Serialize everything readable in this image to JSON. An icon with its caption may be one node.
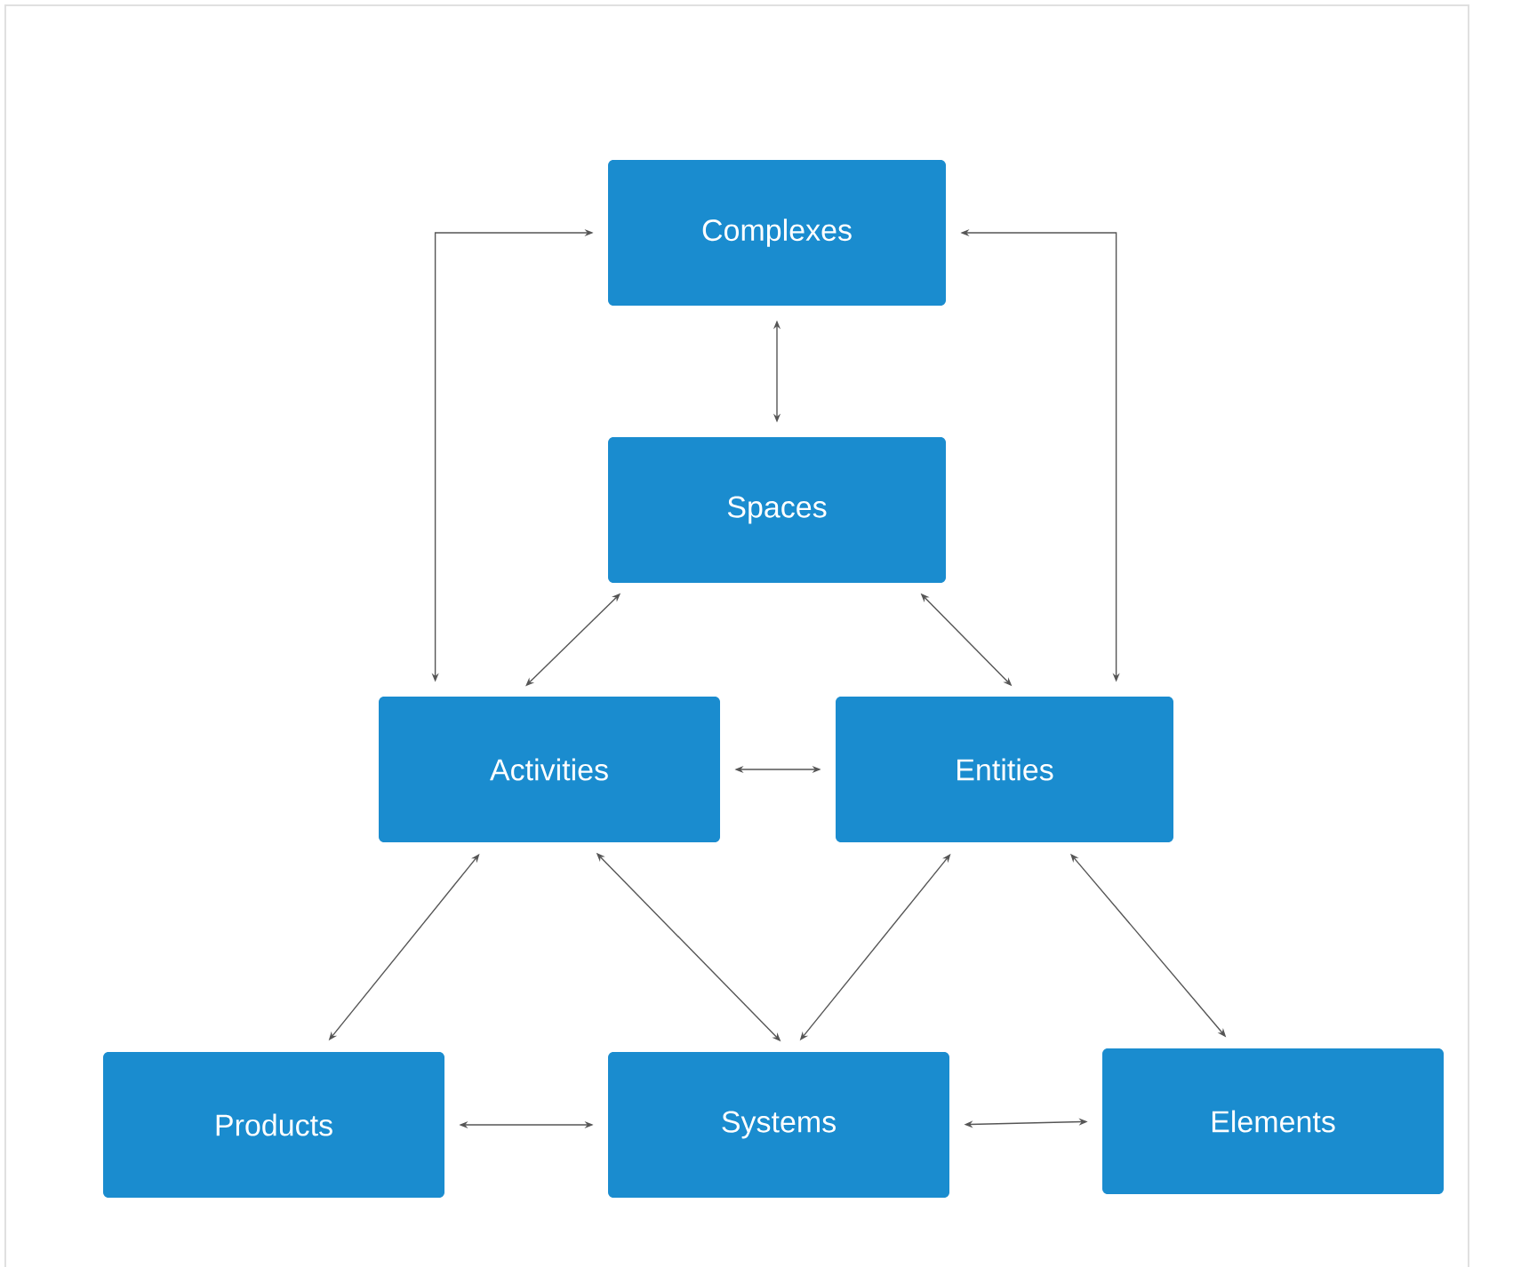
{
  "diagram": {
    "nodes": [
      {
        "text": [
          "Complexes"
        ]
      },
      {
        "text": [
          "Spaces"
        ]
      },
      {
        "text": [
          "Activities"
        ]
      },
      {
        "text": [
          "Entities"
        ]
      },
      {
        "text": [
          "Products"
        ]
      },
      {
        "text": [
          "Systems"
        ]
      },
      {
        "text": [
          "Elements"
        ]
      }
    ],
    "edges": [
      {
        "from": 0,
        "to": 1,
        "arrow": "both"
      },
      {
        "from": 0,
        "to": 2,
        "arrow": "both"
      },
      {
        "from": 0,
        "to": 3,
        "arrow": "both"
      },
      {
        "from": 1,
        "to": 2,
        "arrow": "both"
      },
      {
        "from": 1,
        "to": 3,
        "arrow": "both"
      },
      {
        "from": 2,
        "to": 3,
        "arrow": "both"
      },
      {
        "from": 2,
        "to": 4,
        "arrow": "both"
      },
      {
        "from": 2,
        "to": 5,
        "arrow": "both"
      },
      {
        "from": 3,
        "to": 5,
        "arrow": "both"
      },
      {
        "from": 3,
        "to": 6,
        "arrow": "both"
      },
      {
        "from": 4,
        "to": 5,
        "arrow": "both"
      },
      {
        "from": 5,
        "to": 6,
        "arrow": "both"
      }
    ]
  }
}
